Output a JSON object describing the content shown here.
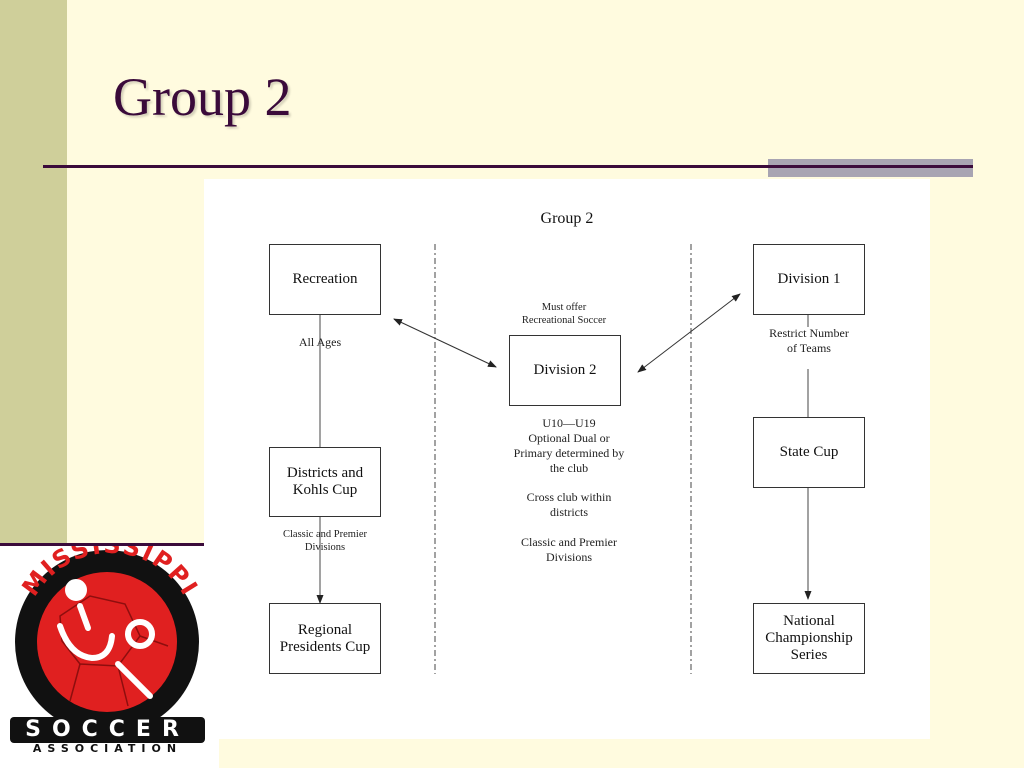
{
  "slide": {
    "title": "Group 2"
  },
  "diagram": {
    "title": "Group 2",
    "boxes": {
      "recreation": "Recreation",
      "districts": "Districts and\nKohls Cup",
      "regional": "Regional\nPresidents Cup",
      "division2": "Division 2",
      "division1": "Division 1",
      "state_cup": "State Cup",
      "national": "National\nChampionship\nSeries"
    },
    "labels": {
      "all_ages": "All Ages",
      "classic_premier_left": "Classic and Premier\nDivisions",
      "must_offer": "Must offer\nRecreational Soccer",
      "u10_u19": "U10—U19\nOptional Dual or\nPrimary determined by\nthe club",
      "cross_club": "Cross club within\ndistricts",
      "classic_premier_center": "Classic and Premier\nDivisions",
      "restrict": "Restrict Number\nof Teams"
    }
  },
  "logo": {
    "arc_text": "MISSISSIPPI",
    "word": "SOCCER",
    "subword": "ASSOCIATION"
  },
  "colors": {
    "background": "#fffbdf",
    "left_bar": "#cfcf9a",
    "title": "#3a0a3a",
    "rule": "#3b0b3b",
    "rule_accent": "#a8a4b2",
    "logo_red": "#e02020"
  }
}
